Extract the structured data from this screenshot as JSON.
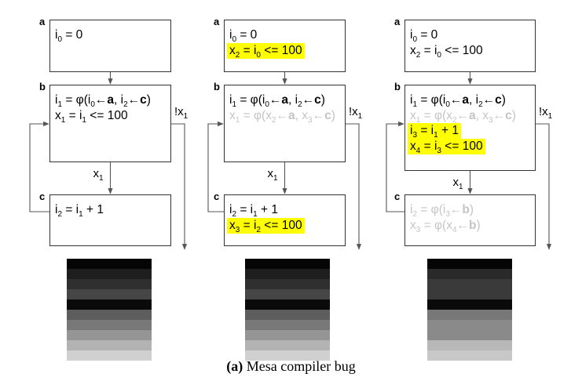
{
  "caption": {
    "tag": "(a)",
    "text": "Mesa compiler bug"
  },
  "panels": [
    {
      "blocks": {
        "a": {
          "label": "a",
          "lines": [
            {
              "spans": [
                {
                  "t": "i"
                },
                {
                  "t": "0",
                  "sub": true
                },
                {
                  "t": " = 0"
                }
              ]
            }
          ]
        },
        "b": {
          "label": "b",
          "lines": [
            {
              "spans": [
                {
                  "t": "i"
                },
                {
                  "t": "1",
                  "sub": true
                },
                {
                  "t": " = φ(i"
                },
                {
                  "t": "0",
                  "sub": true
                },
                {
                  "t": "←"
                },
                {
                  "t": "a",
                  "bold": true
                },
                {
                  "t": ", i"
                },
                {
                  "t": "2",
                  "sub": true
                },
                {
                  "t": "←"
                },
                {
                  "t": "c",
                  "bold": true
                },
                {
                  "t": ")"
                }
              ]
            },
            {
              "spans": [
                {
                  "t": "x"
                },
                {
                  "t": "1",
                  "sub": true
                },
                {
                  "t": " = i"
                },
                {
                  "t": "1",
                  "sub": true
                },
                {
                  "t": " <= 100"
                }
              ]
            }
          ]
        },
        "c": {
          "label": "c",
          "lines": [
            {
              "spans": [
                {
                  "t": "i"
                },
                {
                  "t": "2",
                  "sub": true
                },
                {
                  "t": " = i"
                },
                {
                  "t": "1",
                  "sub": true
                },
                {
                  "t": " + 1"
                }
              ]
            }
          ]
        }
      },
      "edge_true": {
        "spans": [
          {
            "t": "x"
          },
          {
            "t": "1",
            "sub": true
          }
        ]
      },
      "edge_false": {
        "spans": [
          {
            "t": "!x"
          },
          {
            "t": "1",
            "sub": true
          }
        ]
      },
      "stripes": [
        "#050505",
        "#1e1e1e",
        "#2f2f2f",
        "#464646",
        "#0a0a0a",
        "#5d5d5d",
        "#787878",
        "#959595",
        "#b3b3b3",
        "#d0d0d0"
      ]
    },
    {
      "blocks": {
        "a": {
          "label": "a",
          "lines": [
            {
              "spans": [
                {
                  "t": "i"
                },
                {
                  "t": "0",
                  "sub": true
                },
                {
                  "t": " = 0"
                }
              ]
            },
            {
              "style": "highlight",
              "spans": [
                {
                  "t": "x"
                },
                {
                  "t": "2",
                  "sub": true
                },
                {
                  "t": " = i"
                },
                {
                  "t": "0",
                  "sub": true
                },
                {
                  "t": " <= 100"
                }
              ]
            }
          ]
        },
        "b": {
          "label": "b",
          "lines": [
            {
              "spans": [
                {
                  "t": "i"
                },
                {
                  "t": "1",
                  "sub": true
                },
                {
                  "t": " = φ(i"
                },
                {
                  "t": "0",
                  "sub": true
                },
                {
                  "t": "←"
                },
                {
                  "t": "a",
                  "bold": true
                },
                {
                  "t": ", i"
                },
                {
                  "t": "2",
                  "sub": true
                },
                {
                  "t": "←"
                },
                {
                  "t": "c",
                  "bold": true
                },
                {
                  "t": ")"
                }
              ]
            },
            {
              "style": "dim",
              "spans": [
                {
                  "t": "x"
                },
                {
                  "t": "1",
                  "sub": true
                },
                {
                  "t": " = φ(x"
                },
                {
                  "t": "2",
                  "sub": true
                },
                {
                  "t": "←"
                },
                {
                  "t": "a",
                  "bold": true
                },
                {
                  "t": ", x"
                },
                {
                  "t": "3",
                  "sub": true
                },
                {
                  "t": "←"
                },
                {
                  "t": "c",
                  "bold": true
                },
                {
                  "t": ")"
                }
              ]
            }
          ]
        },
        "c": {
          "label": "c",
          "lines": [
            {
              "spans": [
                {
                  "t": "i"
                },
                {
                  "t": "2",
                  "sub": true
                },
                {
                  "t": " = i"
                },
                {
                  "t": "1",
                  "sub": true
                },
                {
                  "t": " + 1"
                }
              ]
            },
            {
              "style": "highlight",
              "spans": [
                {
                  "t": "x"
                },
                {
                  "t": "3",
                  "sub": true
                },
                {
                  "t": " = i"
                },
                {
                  "t": "2",
                  "sub": true
                },
                {
                  "t": " <= 100"
                }
              ]
            }
          ]
        }
      },
      "edge_true": {
        "spans": [
          {
            "t": "x"
          },
          {
            "t": "1",
            "sub": true
          }
        ]
      },
      "edge_false": {
        "spans": [
          {
            "t": "!x"
          },
          {
            "t": "1",
            "sub": true
          }
        ]
      },
      "stripes": [
        "#050505",
        "#1e1e1e",
        "#2f2f2f",
        "#464646",
        "#0a0a0a",
        "#5d5d5d",
        "#787878",
        "#959595",
        "#b3b3b3",
        "#d0d0d0"
      ]
    },
    {
      "blocks": {
        "a": {
          "label": "a",
          "lines": [
            {
              "spans": [
                {
                  "t": "i"
                },
                {
                  "t": "0",
                  "sub": true
                },
                {
                  "t": " = 0"
                }
              ]
            },
            {
              "spans": [
                {
                  "t": "x"
                },
                {
                  "t": "2",
                  "sub": true
                },
                {
                  "t": " = i"
                },
                {
                  "t": "0",
                  "sub": true
                },
                {
                  "t": " <= 100"
                }
              ]
            }
          ]
        },
        "b": {
          "label": "b",
          "lines": [
            {
              "spans": [
                {
                  "t": "i"
                },
                {
                  "t": "1",
                  "sub": true
                },
                {
                  "t": " = φ(i"
                },
                {
                  "t": "0",
                  "sub": true
                },
                {
                  "t": "←"
                },
                {
                  "t": "a",
                  "bold": true
                },
                {
                  "t": ", i"
                },
                {
                  "t": "2",
                  "sub": true
                },
                {
                  "t": "←"
                },
                {
                  "t": "c",
                  "bold": true
                },
                {
                  "t": ")"
                }
              ]
            },
            {
              "style": "dim",
              "spans": [
                {
                  "t": "x"
                },
                {
                  "t": "1",
                  "sub": true
                },
                {
                  "t": " = φ(x"
                },
                {
                  "t": "2",
                  "sub": true
                },
                {
                  "t": "←"
                },
                {
                  "t": "a",
                  "bold": true
                },
                {
                  "t": ", x"
                },
                {
                  "t": "3",
                  "sub": true
                },
                {
                  "t": "←"
                },
                {
                  "t": "c",
                  "bold": true
                },
                {
                  "t": ")"
                }
              ]
            },
            {
              "style": "highlight",
              "spans": [
                {
                  "t": "i"
                },
                {
                  "t": "3",
                  "sub": true
                },
                {
                  "t": " = i"
                },
                {
                  "t": "1",
                  "sub": true
                },
                {
                  "t": " + 1"
                }
              ]
            },
            {
              "style": "highlight",
              "spans": [
                {
                  "t": "x"
                },
                {
                  "t": "4",
                  "sub": true
                },
                {
                  "t": " = i"
                },
                {
                  "t": "3",
                  "sub": true
                },
                {
                  "t": " <= 100"
                }
              ]
            }
          ]
        },
        "c": {
          "label": "c",
          "lines": [
            {
              "style": "dim",
              "spans": [
                {
                  "t": "i"
                },
                {
                  "t": "2",
                  "sub": true
                },
                {
                  "t": " = φ(i"
                },
                {
                  "t": "3",
                  "sub": true
                },
                {
                  "t": "←"
                },
                {
                  "t": "b",
                  "bold": true
                },
                {
                  "t": ")"
                }
              ]
            },
            {
              "style": "dim",
              "spans": [
                {
                  "t": "x"
                },
                {
                  "t": "3",
                  "sub": true
                },
                {
                  "t": " = φ(x"
                },
                {
                  "t": "4",
                  "sub": true
                },
                {
                  "t": "←"
                },
                {
                  "t": "b",
                  "bold": true
                },
                {
                  "t": ")"
                }
              ]
            }
          ]
        }
      },
      "edge_true": {
        "spans": [
          {
            "t": "x"
          },
          {
            "t": "1",
            "sub": true
          }
        ]
      },
      "edge_false": {
        "spans": [
          {
            "t": "!x"
          },
          {
            "t": "1",
            "sub": true
          }
        ]
      },
      "stripes": [
        "#050505",
        "#2a2a2a",
        "#3a3a3a",
        "#3a3a3a",
        "#0a0a0a",
        "#787878",
        "#8a8a8a",
        "#8a8a8a",
        "#b8b8b8",
        "#c8c8c8"
      ]
    }
  ]
}
